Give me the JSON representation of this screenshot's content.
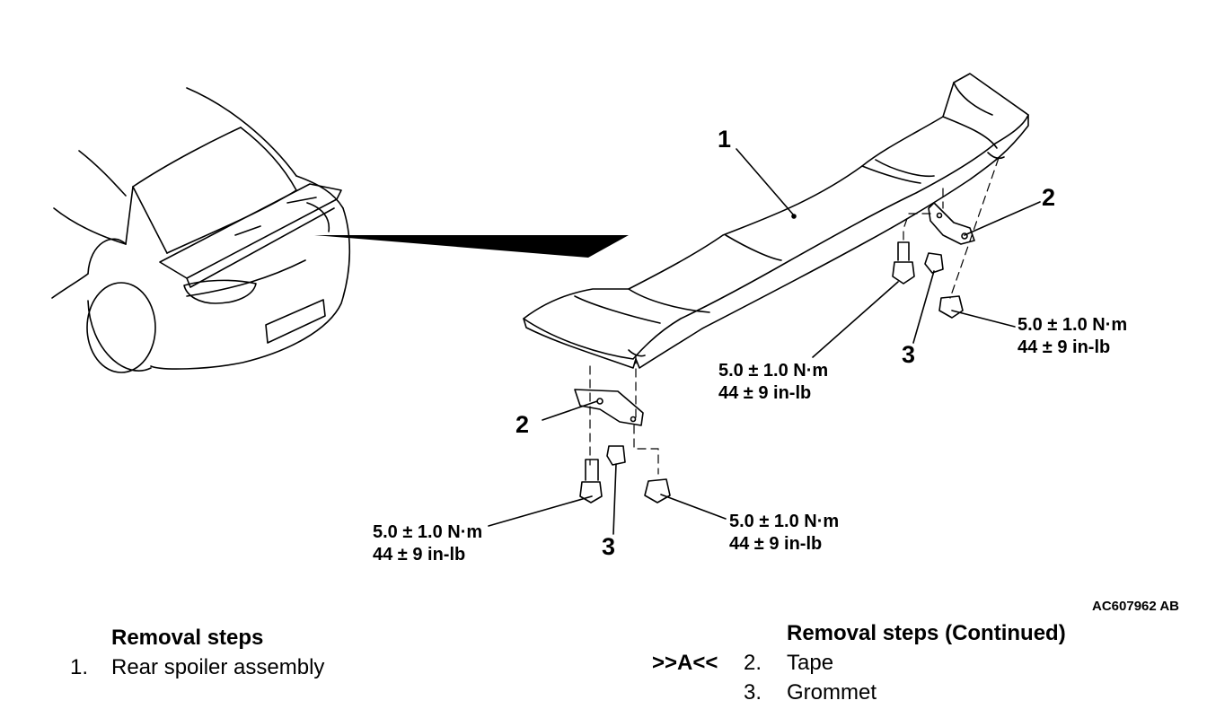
{
  "diagram": {
    "callouts": {
      "spoiler": "1",
      "tape_right": "2",
      "tape_left": "2",
      "grommet_right": "3",
      "grommet_left": "3"
    },
    "torque_specs": {
      "upper_bolt": {
        "metric": "5.0 ± 1.0 N·m",
        "imperial": "44 ± 9 in-lb"
      },
      "upper_nut": {
        "metric": "5.0 ± 1.0 N·m",
        "imperial": "44 ± 9 in-lb"
      },
      "lower_bolt": {
        "metric": "5.0 ± 1.0 N·m",
        "imperial": "44 ± 9 in-lb"
      },
      "lower_nut": {
        "metric": "5.0 ± 1.0 N·m",
        "imperial": "44 ± 9 in-lb"
      }
    },
    "figure_code": "AC607962 AB"
  },
  "removal_steps": {
    "heading": "Removal steps",
    "items": [
      {
        "number": "1.",
        "label": "Rear spoiler assembly"
      }
    ]
  },
  "removal_steps_continued": {
    "heading": "Removal steps (Continued)",
    "items": [
      {
        "marker": ">>A<<",
        "number": "2.",
        "label": "Tape"
      },
      {
        "marker": "",
        "number": "3.",
        "label": "Grommet"
      }
    ]
  }
}
